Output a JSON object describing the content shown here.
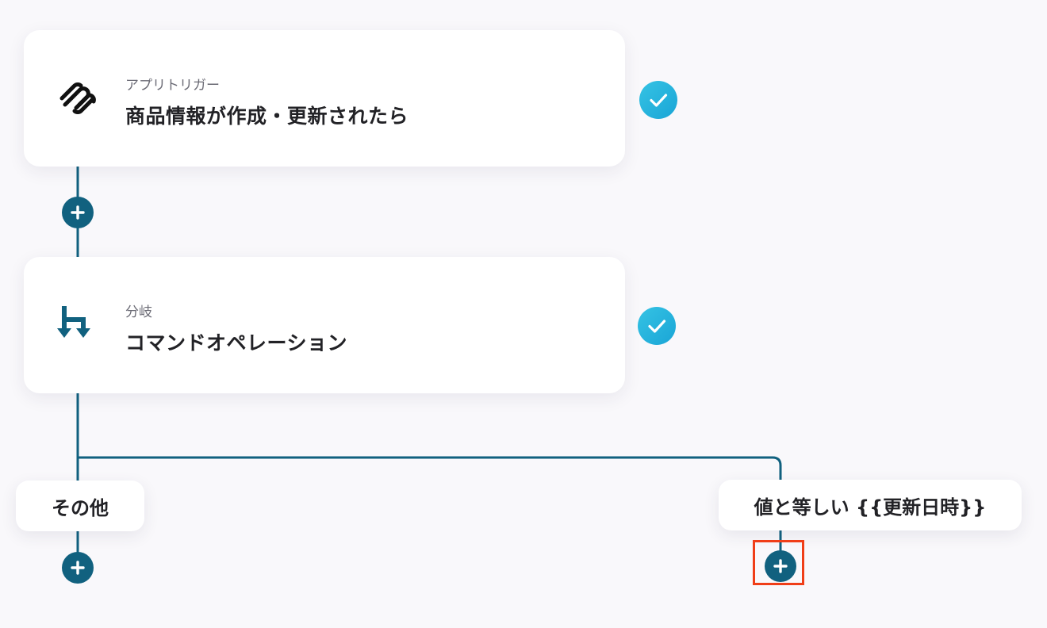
{
  "steps": [
    {
      "label": "アプリトリガー",
      "title": "商品情報が作成・更新されたら",
      "icon": "squarespace-logo-icon",
      "status": "completed"
    },
    {
      "label": "分岐",
      "title": "コマンドオペレーション",
      "icon": "branch-icon",
      "status": "completed"
    }
  ],
  "branches": {
    "other_label": "その他",
    "condition_label": "値と等しい {{更新日時}}"
  },
  "colors": {
    "connector": "#11617f",
    "check": "#1fb2e0",
    "highlight": "#f03e18",
    "card_background": "#ffffff",
    "page_background": "#f9f8fb"
  }
}
